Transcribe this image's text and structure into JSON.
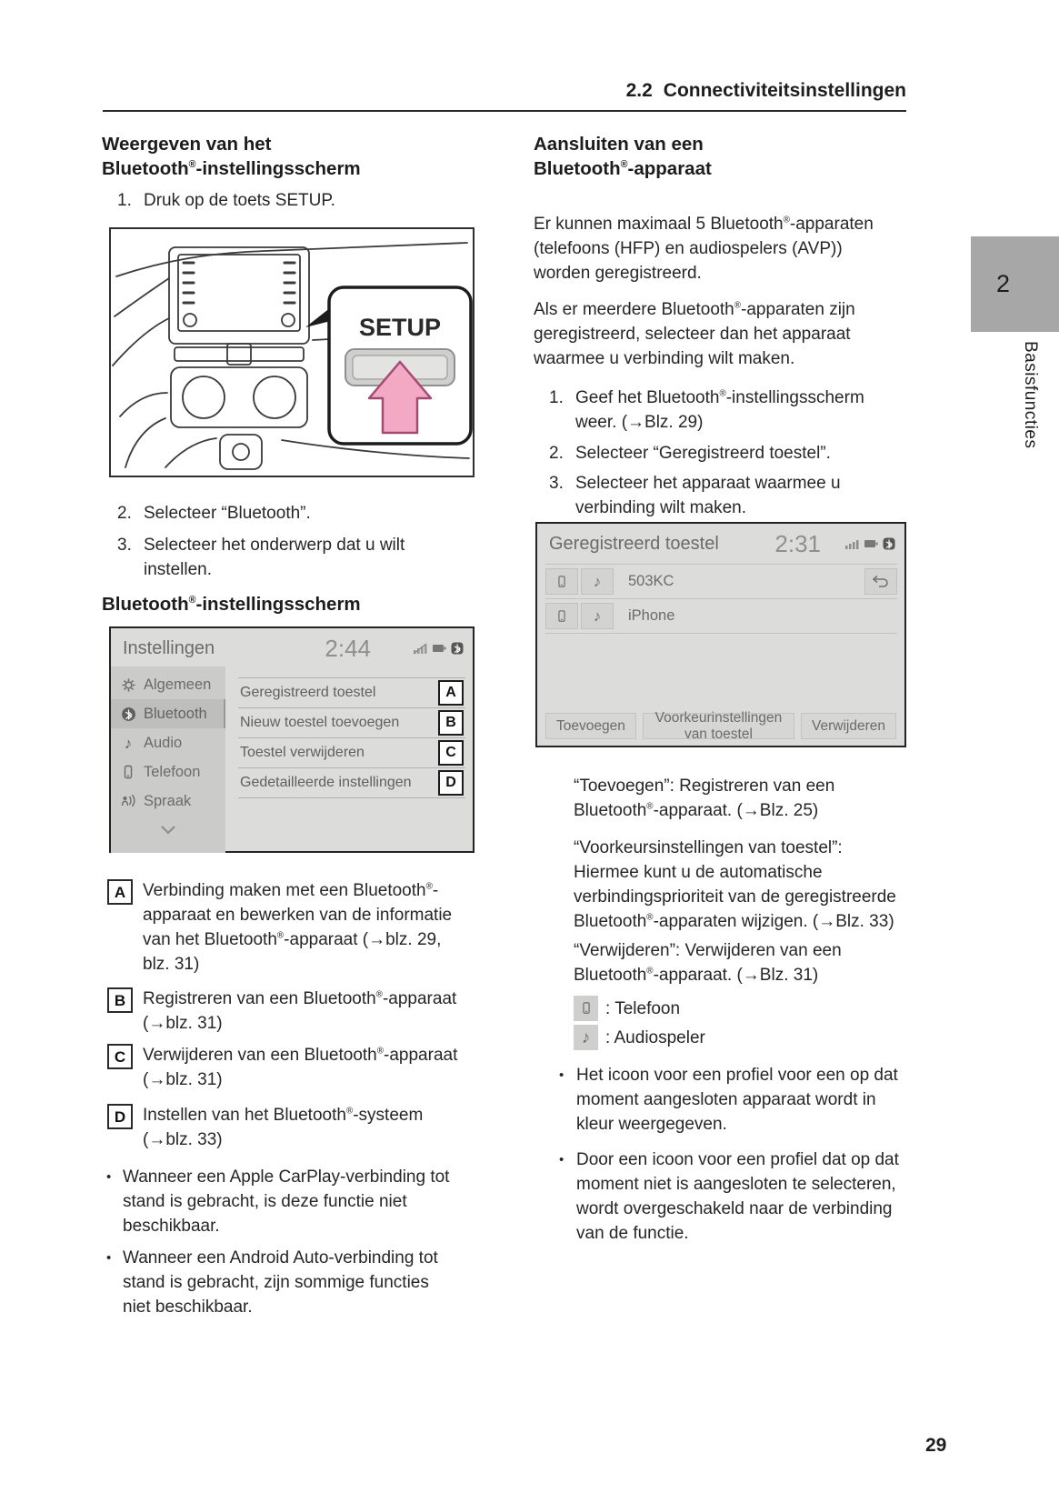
{
  "header": {
    "section_no": "2.2",
    "section_title": "Connectiviteitsinstellingen"
  },
  "side_tab": {
    "number": "2",
    "label": "Basisfuncties"
  },
  "footer": {
    "page_number": "29"
  },
  "ui": {
    "bullet": "•"
  },
  "left": {
    "title": "Weergeven van het\nBluetooth®-instellingsscherm",
    "step1": {
      "num": "1.",
      "text": "Druk op de toets SETUP."
    },
    "figure": {
      "setup_label": "SETUP"
    },
    "step2": {
      "num": "2.",
      "text": "Selecteer “Bluetooth”."
    },
    "step3": {
      "num": "3.",
      "text": "Selecteer het onderwerp dat u wilt instellen."
    },
    "subtitle": "Bluetooth®-instellingsscherm",
    "screen": {
      "title": "Instellingen",
      "time": "2:44",
      "sidebar": [
        {
          "icon": "gear-icon",
          "label": "Algemeen"
        },
        {
          "icon": "bluetooth-icon",
          "label": "Bluetooth",
          "selected": true
        },
        {
          "icon": "music-note-icon",
          "label": "Audio",
          "glyph": "♪"
        },
        {
          "icon": "phone-icon",
          "label": "Telefoon"
        },
        {
          "icon": "voice-icon",
          "label": "Spraak"
        }
      ],
      "menu": [
        {
          "label": "Geregistreerd toestel",
          "marker": "A"
        },
        {
          "label": "Nieuw toestel toevoegen",
          "marker": "B"
        },
        {
          "label": "Toestel verwijderen",
          "marker": "C"
        },
        {
          "label": "Gedetailleerde instellingen",
          "marker": "D"
        }
      ]
    },
    "callouts": [
      {
        "marker": "A",
        "text": "Verbinding maken met een Bluetooth®-apparaat en bewerken van de informatie van het Bluetooth®-apparaat (→blz. 29, blz. 31)"
      },
      {
        "marker": "B",
        "text": "Registreren van een Bluetooth®-apparaat (→blz. 31)"
      },
      {
        "marker": "C",
        "text": "Verwijderen van een Bluetooth®-apparaat (→blz. 31)"
      },
      {
        "marker": "D",
        "text": "Instellen van het Bluetooth®-systeem (→blz. 33)"
      }
    ],
    "bullets": [
      "Wanneer een Apple CarPlay-verbinding tot stand is gebracht, is deze functie niet beschikbaar.",
      "Wanneer een Android Auto-verbinding tot stand is gebracht, zijn sommige functies niet beschikbaar."
    ]
  },
  "right": {
    "title": "Aansluiten van een\nBluetooth®-apparaat",
    "para1": "Er kunnen maximaal 5 Bluetooth®-apparaten (telefoons (HFP) en audiospelers (AVP)) worden geregistreerd.",
    "para2": "Als er meerdere Bluetooth®-apparaten zijn geregistreerd, selecteer dan het apparaat waarmee u verbinding wilt maken.",
    "steps": [
      {
        "num": "1.",
        "text": "Geef het Bluetooth®-instellingsscherm weer. (→Blz. 29)"
      },
      {
        "num": "2.",
        "text": "Selecteer “Geregistreerd toestel”."
      },
      {
        "num": "3.",
        "text": "Selecteer het apparaat waarmee u verbinding wilt maken."
      }
    ],
    "screen": {
      "title": "Geregistreerd toestel",
      "time": "2:31",
      "devices": [
        {
          "name": "503KC",
          "has_back_button": true
        },
        {
          "name": "iPhone"
        }
      ],
      "buttons": [
        "Toevoegen",
        "Voorkeurinstellingen van toestel",
        "Verwijderen"
      ]
    },
    "paras": [
      "“Toevoegen”: Registreren van een Bluetooth®-apparaat. (→Blz. 25)",
      "“Voorkeursinstellingen van toestel”: Hiermee kunt u de automatische verbindingsprioriteit van de geregistreerde Bluetooth®-apparaten wijzigen. (→Blz. 33)",
      "“Verwijderen”: Verwijderen van een Bluetooth®-apparaat. (→Blz. 31)"
    ],
    "legend": [
      {
        "icon": "phone-icon",
        "text": ": Telefoon"
      },
      {
        "icon": "music-note-icon",
        "text": ": Audiospeler",
        "glyph": "♪"
      }
    ],
    "bullets": [
      "Het icoon voor een profiel voor een op dat moment aangesloten apparaat wordt in kleur weergegeven.",
      "Door een icoon voor een profiel dat op dat moment niet is aangesloten te selecteren, wordt overgeschakeld naar de verbinding van de functie."
    ]
  },
  "colors": {
    "accent_arrow_pink": "#f3a8c4",
    "tab_gray": "#a7a7a7",
    "screen_bg": "#dcdcda",
    "screen_text": "#6b6b6b"
  }
}
